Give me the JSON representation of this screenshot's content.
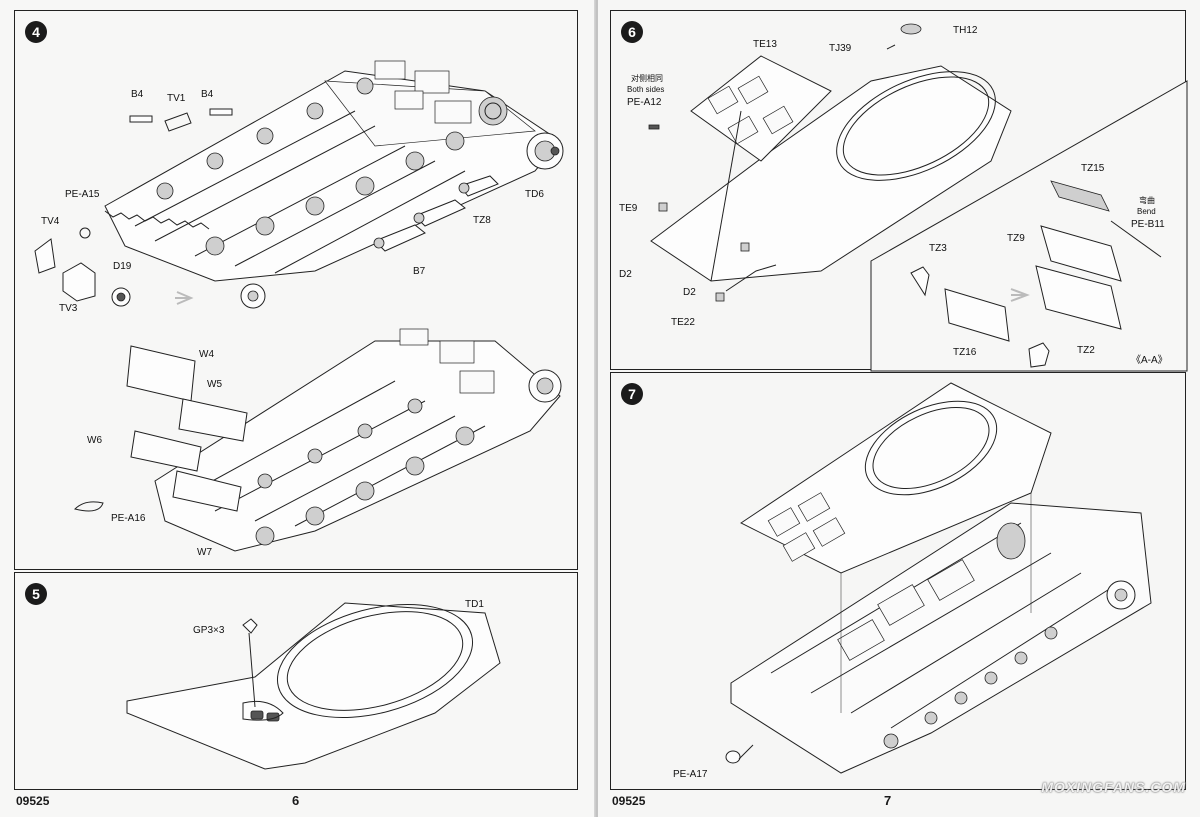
{
  "left_page": {
    "code": "09525",
    "page_number": "6",
    "step4": {
      "number": "4",
      "labels": {
        "b4_left": "B4",
        "tv1": "TV1",
        "b4_right": "B4",
        "pe_a15": "PE-A15",
        "tv4": "TV4",
        "d19": "D19",
        "tv3": "TV3",
        "td6": "TD6",
        "tz8": "TZ8",
        "b7": "B7",
        "w4": "W4",
        "w5": "W5",
        "w6": "W6",
        "pe_a16": "PE-A16",
        "w7": "W7"
      }
    },
    "step5": {
      "number": "5",
      "labels": {
        "gp3": "GP3×3",
        "td1": "TD1"
      }
    }
  },
  "right_page": {
    "code": "09525",
    "page_number": "7",
    "step6": {
      "number": "6",
      "labels": {
        "te13": "TE13",
        "tj39": "TJ39",
        "th12": "TH12",
        "both_sides_cn": "对侧相同",
        "both_sides": "Both sides",
        "pe_a12": "PE-A12",
        "te9": "TE9",
        "d2_left": "D2",
        "d2_bottom": "D2",
        "te22": "TE22",
        "tz15": "TZ15",
        "bend_cn": "弯曲",
        "bend": "Bend",
        "pe_b11": "PE-B11",
        "tz9": "TZ9",
        "tz3": "TZ3",
        "tz16": "TZ16",
        "tz2": "TZ2",
        "section": "《A-A》"
      }
    },
    "step7": {
      "number": "7",
      "labels": {
        "pe_a17": "PE-A17"
      }
    }
  },
  "watermark": "MOXINGFANS.COM"
}
